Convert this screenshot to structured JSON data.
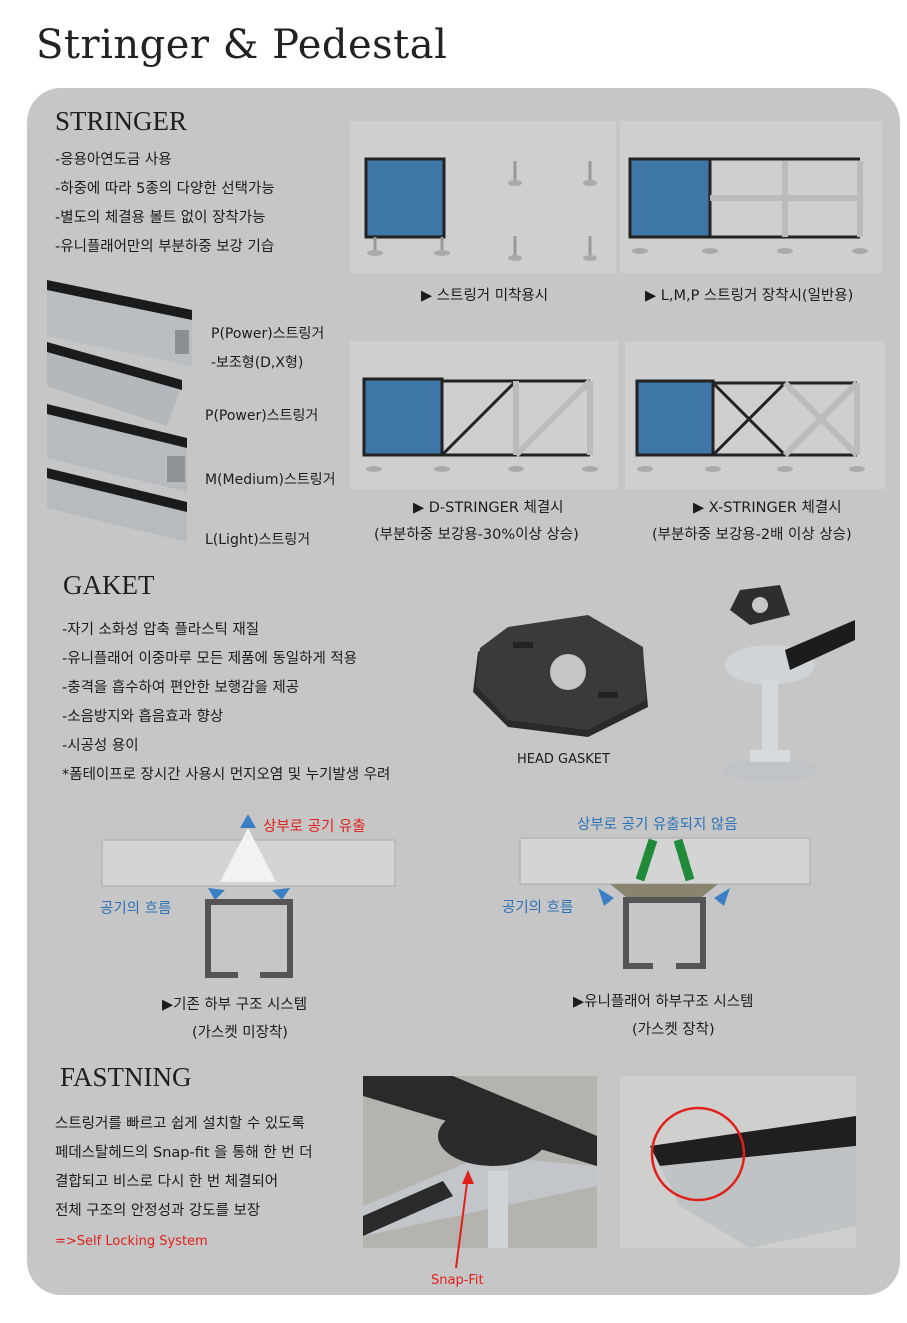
{
  "page": {
    "title": "Stringer & Pedestal"
  },
  "stringer": {
    "heading": "STRINGER",
    "bullets": [
      "-응용아연도금 사용",
      "-하중에 따라 5종의 다양한 선택가능",
      "-별도의 체결용 볼트 없이 장착가능",
      "-유니플래어만의 부분하중 보강 기습"
    ],
    "types": [
      "P(Power)스트링거",
      "-보조형(D,X형)",
      "P(Power)스트링거",
      "M(Medium)스트링거",
      "L(Light)스트링거"
    ],
    "captions": {
      "unmounted": "▶ 스트링거 미착용시",
      "lmp": "▶ L,M,P 스트링거 장착시(일반용)",
      "d_title": "▶ D-STRINGER 체결시",
      "d_sub": "(부분하중 보강용-30%이상 상승)",
      "x_title": "▶ X-STRINGER 체결시",
      "x_sub": "(부분하중 보강용-2배 이상 상승)"
    }
  },
  "gasket": {
    "heading": "GAKET",
    "bullets": [
      "-자기 소화성 압축 플라스틱 재질",
      "-유니플래어 이중마루 모든 제품에 동일하게 적용",
      "-충격을 흡수하여 편안한 보행감을 제공",
      "-소음방지와 흡음효과 향상",
      "-시공성 용이",
      "*폼테이프로 장시간 사용시 먼지오염 및 누기발생 우려"
    ],
    "head_gasket_label": "HEAD GASKET"
  },
  "airflow": {
    "left_up": "상부로 공기 유출",
    "left_flow": "공기의 흐름",
    "left_title": "▶기존 하부 구조 시스템",
    "left_sub": "(가스켓 미장착)",
    "right_up": "상부로 공기 유출되지 않음",
    "right_flow": "공기의 흐름",
    "right_title": "▶유니플래어 하부구조 시스템",
    "right_sub": "(가스켓 장착)"
  },
  "fastning": {
    "heading": "FASTNING",
    "lines": [
      "스트링거를 빠르고 쉽게 설치할 수 있도록",
      "페데스탈헤드의 Snap-fit 을 통해 한 번 더",
      "결합되고 비스로 다시 한 번 체결되어",
      "전체 구조의 안정성과 강도를 보장"
    ],
    "system": "=>Self Locking System",
    "snap_label": "Snap-Fit"
  },
  "colors": {
    "panel": "#c6c6c6",
    "tile": "#3e76a8",
    "blue_text": "#2c72b8",
    "red_text": "#e0201b",
    "green": "#1e8a3a"
  }
}
